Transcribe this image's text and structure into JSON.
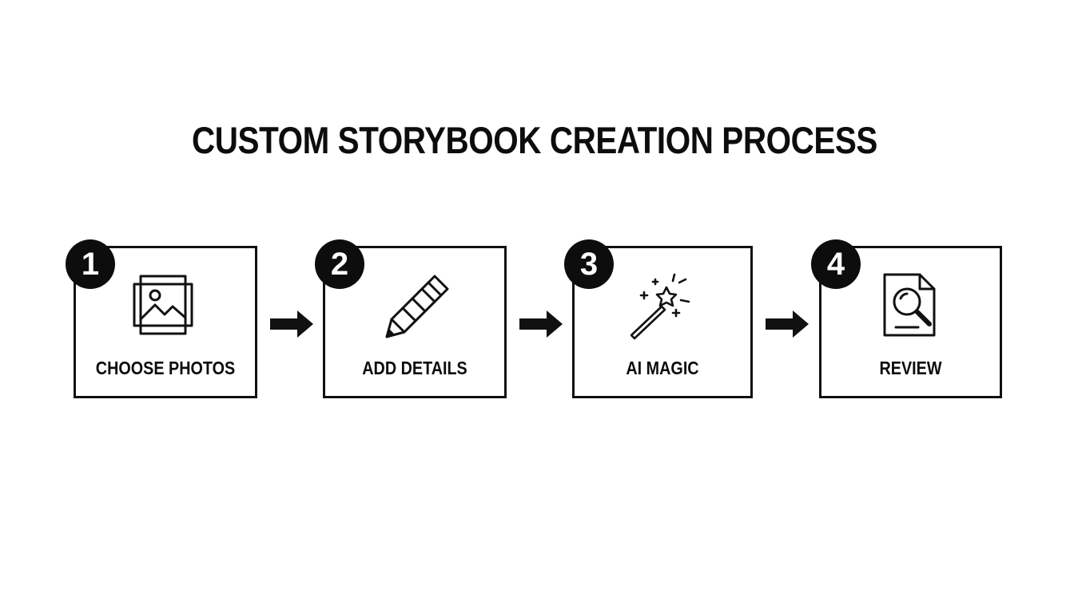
{
  "title": "CUSTOM STORYBOOK CREATION PROCESS",
  "steps": [
    {
      "number": "1",
      "label": "CHOOSE PHOTOS",
      "icon": "photos-icon"
    },
    {
      "number": "2",
      "label": "ADD DETAILS",
      "icon": "pencil-icon"
    },
    {
      "number": "3",
      "label": "AI MAGIC",
      "icon": "magic-wand-icon"
    },
    {
      "number": "4",
      "label": "REVIEW",
      "icon": "document-search-icon"
    }
  ],
  "colors": {
    "ink": "#111111",
    "background": "#ffffff"
  }
}
